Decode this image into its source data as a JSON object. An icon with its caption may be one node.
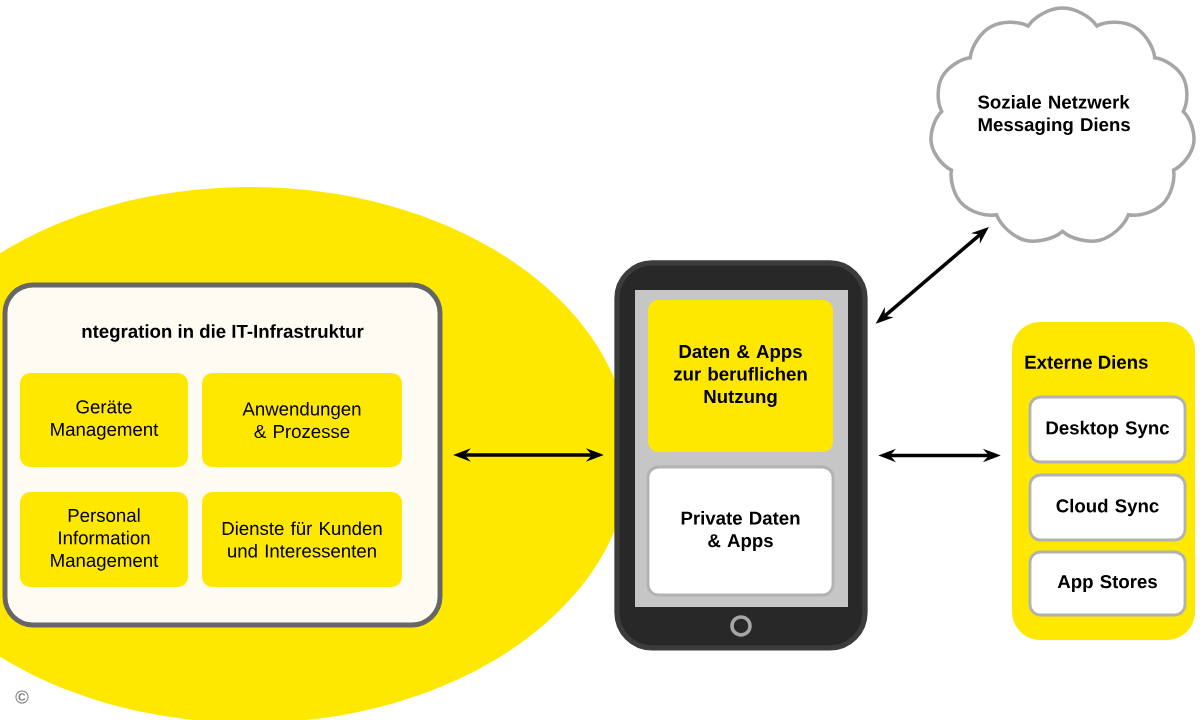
{
  "diagram": {
    "nodes": [
      {
        "text": [
          "ntegration in die IT-Infrastruktur"
        ]
      },
      {
        "text": [
          "Geräte Management"
        ],
        "in": 0
      },
      {
        "text": [
          "Anwendungen & Prozesse"
        ],
        "in": 0
      },
      {
        "text": [
          "Personal Information Management"
        ],
        "in": 0
      },
      {
        "text": [
          "Dienste für Kunden und Interessenten"
        ],
        "in": 0
      },
      {
        "text": [],
        "shape": "box"
      },
      {
        "text": [
          "Daten & Apps zur beruflichen Nutzung"
        ],
        "in": 5
      },
      {
        "text": [
          "Private Daten & Apps"
        ],
        "in": 5
      },
      {
        "text": [
          "Soziale Netzwerk Messaging Diens"
        ]
      },
      {
        "text": [
          "Externe Diens"
        ]
      },
      {
        "text": [
          "Desktop Sync"
        ],
        "in": 9
      },
      {
        "text": [
          "Cloud Sync"
        ],
        "in": 9
      },
      {
        "text": [
          "App Stores"
        ],
        "in": 9
      }
    ],
    "edges": [
      {
        "from": 0,
        "to": 5,
        "arrow": "both"
      },
      {
        "from": 5,
        "to": 8,
        "arrow": "both"
      },
      {
        "from": 5,
        "to": 9,
        "arrow": "both"
      }
    ],
    "labels": [
      "©"
    ]
  }
}
